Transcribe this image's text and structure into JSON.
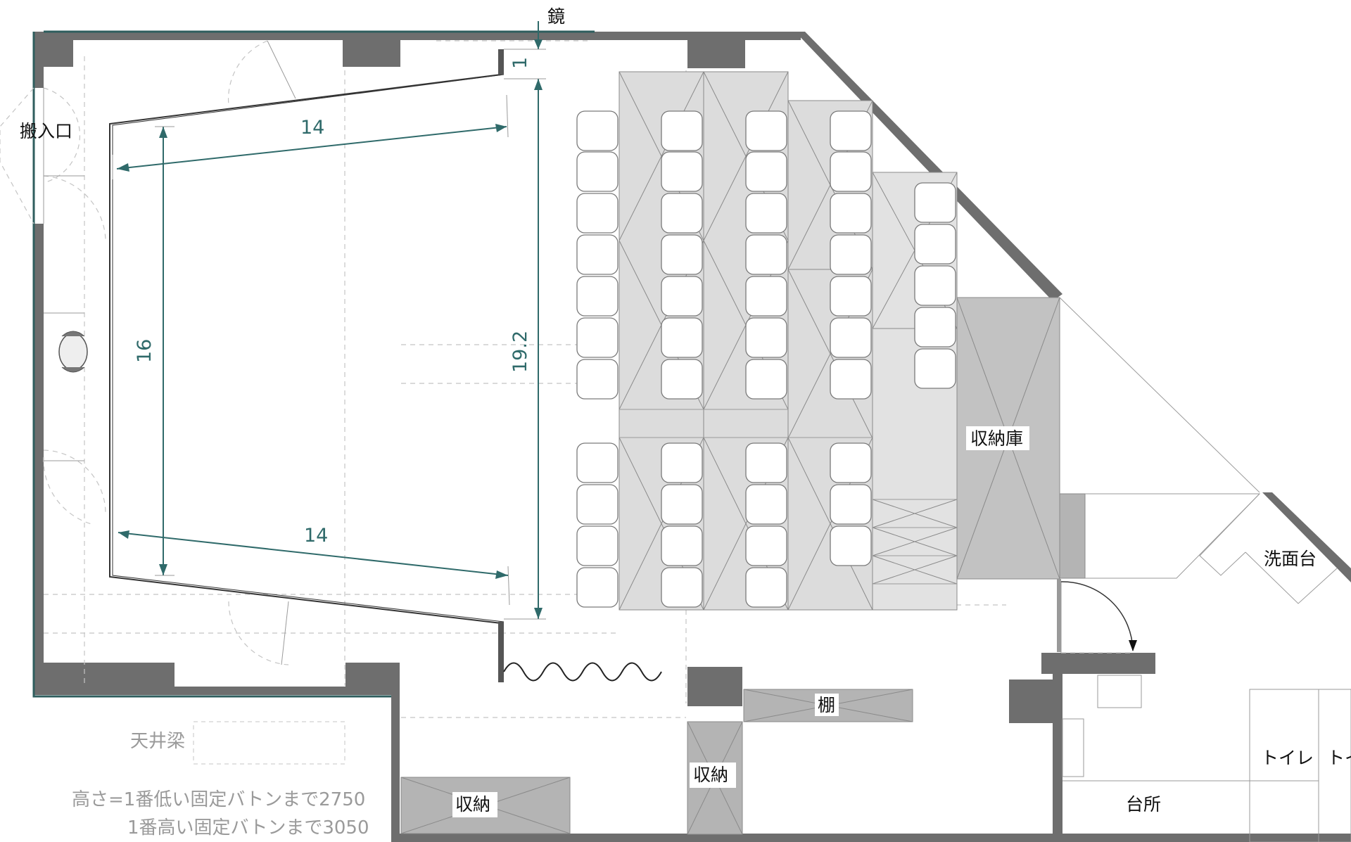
{
  "labels": {
    "mirror": "鏡",
    "loading_entrance": "搬入口",
    "storage_warehouse": "収納庫",
    "washbasin": "洗面台",
    "shelf": "棚",
    "storage_center": "収納",
    "storage_left": "収納",
    "kitchen": "台所",
    "toilet_1": "トイレ",
    "toilet_2": "トイレ",
    "ceiling_beam": "天井梁"
  },
  "dimensions": {
    "top_width": "14",
    "bottom_width": "14",
    "left_depth": "16",
    "center_depth": "19.2",
    "mirror_offset": "1"
  },
  "notes": {
    "height_line1": "高さ=1番低い固定バトンまで2750",
    "height_line2": "1番高い固定バトンまで3050"
  },
  "colors": {
    "wall": "#6e6e6e",
    "dimension": "#2f6a6a",
    "riser": "#dcdcdc",
    "storage": "#b4b4b4"
  },
  "icons": {
    "speaker": "speaker-icon",
    "curtain": "curtain-wave",
    "door_swing": "door-swing-arrow"
  }
}
